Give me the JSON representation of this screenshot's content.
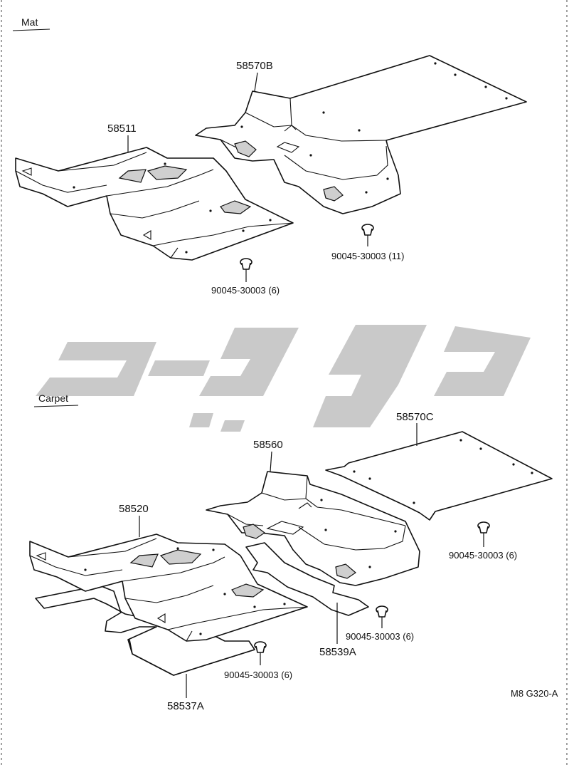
{
  "sections": {
    "mat": "Mat",
    "carpet": "Carpet"
  },
  "labels": {
    "mat_rear": "58570B",
    "mat_front": "58511",
    "mat_clip_rear": "90045-30003 (11)",
    "mat_clip_front": "90045-30003 (6)",
    "carpet_rear": "58570C",
    "carpet_mid": "58560",
    "carpet_front": "58520",
    "carpet_clip_rear": "90045-30003 (6)",
    "carpet_clip_mid": "90045-30003 (6)",
    "carpet_clip_front": "90045-30003 (6)",
    "carpet_pad_mid": "58539A",
    "carpet_pad_front": "58537A"
  },
  "figure_code": "M8 G320-A",
  "colors": {
    "line": "#111111",
    "watermark": "#c9c9c9",
    "background": "#ffffff"
  }
}
